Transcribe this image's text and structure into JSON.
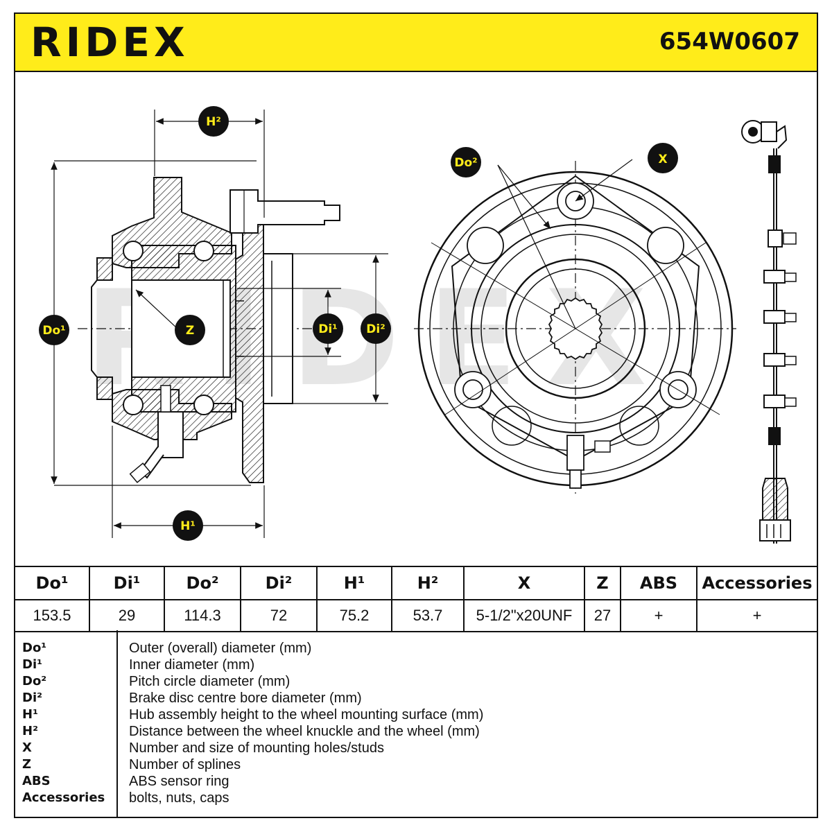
{
  "header": {
    "brand": "RIDEX",
    "part_number": "654W0607"
  },
  "colors": {
    "accent": "#ffec1a",
    "ink": "#111111",
    "watermark": "#e6e6e6"
  },
  "labels": {
    "h2": "H²",
    "do1": "Do¹",
    "z": "Z",
    "di1": "Di¹",
    "di2": "Di²",
    "h1": "H¹",
    "do2": "Do²",
    "x": "X"
  },
  "watermark": "RIDEX",
  "spec_table": {
    "headers": [
      "Do¹",
      "Di¹",
      "Do²",
      "Di²",
      "H¹",
      "H²",
      "X",
      "Z",
      "ABS",
      "Accessories"
    ],
    "values": [
      "153.5",
      "29",
      "114.3",
      "72",
      "75.2",
      "53.7",
      "5-1/2\"x20UNF",
      "27",
      "+",
      "+"
    ]
  },
  "legend": [
    {
      "key": "Do¹",
      "value": "Outer (overall) diameter (mm)"
    },
    {
      "key": "Di¹",
      "value": "Inner diameter (mm)"
    },
    {
      "key": "Do²",
      "value": "Pitch circle diameter (mm)"
    },
    {
      "key": "Di²",
      "value": "Brake disc centre bore diameter (mm)"
    },
    {
      "key": "H¹",
      "value": "Hub assembly height to the wheel mounting surface (mm)"
    },
    {
      "key": "H²",
      "value": "Distance between the wheel knuckle and the wheel (mm)"
    },
    {
      "key": "X",
      "value": "Number and size of mounting holes/studs"
    },
    {
      "key": "Z",
      "value": "Number of splines"
    },
    {
      "key": "ABS",
      "value": "ABS sensor ring"
    },
    {
      "key": "Accessories",
      "value": "bolts, nuts, caps"
    }
  ]
}
